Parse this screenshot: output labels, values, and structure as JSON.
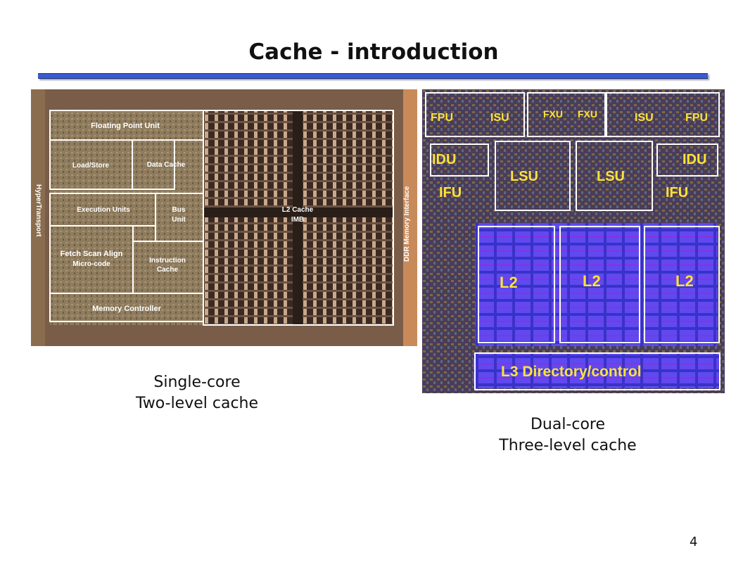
{
  "slide": {
    "title": "Cache - introduction",
    "page_number": "4"
  },
  "left_figure": {
    "blocks": {
      "floating_point": "Floating Point Unit",
      "load_store": "Load/Store",
      "data_cache": "Data Cache",
      "execution_units": "Execution Units",
      "bus_unit_line1": "Bus",
      "bus_unit_line2": "Unit",
      "fetch_line1": "Fetch Scan Align",
      "fetch_line2": "Micro-code",
      "instruction_line1": "Instruction",
      "instruction_line2": "Cache",
      "memory_controller": "Memory Controller",
      "l2_line1": "L2 Cache",
      "l2_line2": "IMB",
      "hypertransport": "HyperTransport",
      "ddr_interface": "DDR Memory Interface"
    },
    "caption_line1": "Single-core",
    "caption_line2": "Two-level cache"
  },
  "right_figure": {
    "blocks": {
      "fpu_left": "FPU",
      "isu_left": "ISU",
      "fxu_left": "FXU",
      "fxu_right": "FXU",
      "isu_right": "ISU",
      "fpu_right": "FPU",
      "idu_left": "IDU",
      "lsu_left": "LSU",
      "lsu_right": "LSU",
      "idu_right": "IDU",
      "ifu_left": "IFU",
      "ifu_right": "IFU",
      "l2_a": "L2",
      "l2_b": "L2",
      "l2_c": "L2",
      "l3": "L3 Directory/control"
    },
    "caption_line1": "Dual-core",
    "caption_line2": "Three-level cache"
  }
}
